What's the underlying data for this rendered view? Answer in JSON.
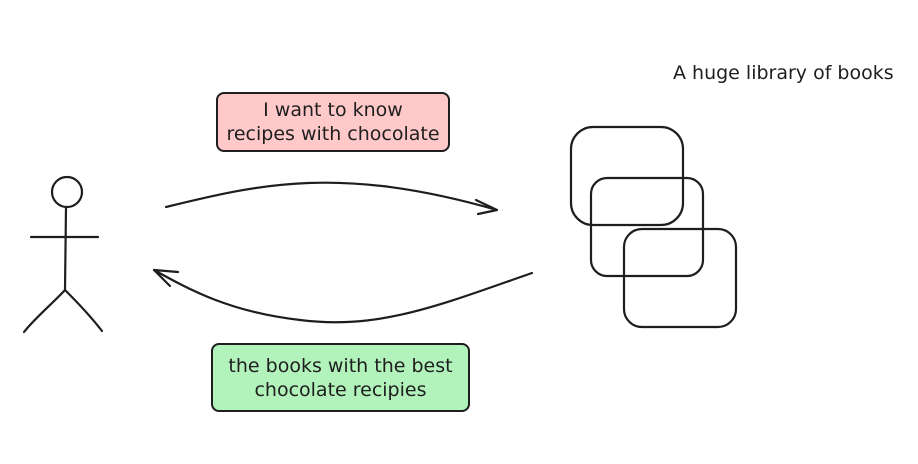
{
  "diagram": {
    "request_note": "I want to know\nrecipes with chocolate",
    "response_note": "the books with the best\nchocolate recipies",
    "library_label": "A huge library of books"
  },
  "colors": {
    "stroke": "#1e1e1e",
    "request_fill": "#ffc9c9",
    "response_fill": "#b2f2bb",
    "background": "#ffffff"
  },
  "icons": {
    "user": "stick-figure-icon",
    "library": "stacked-books-icon"
  }
}
